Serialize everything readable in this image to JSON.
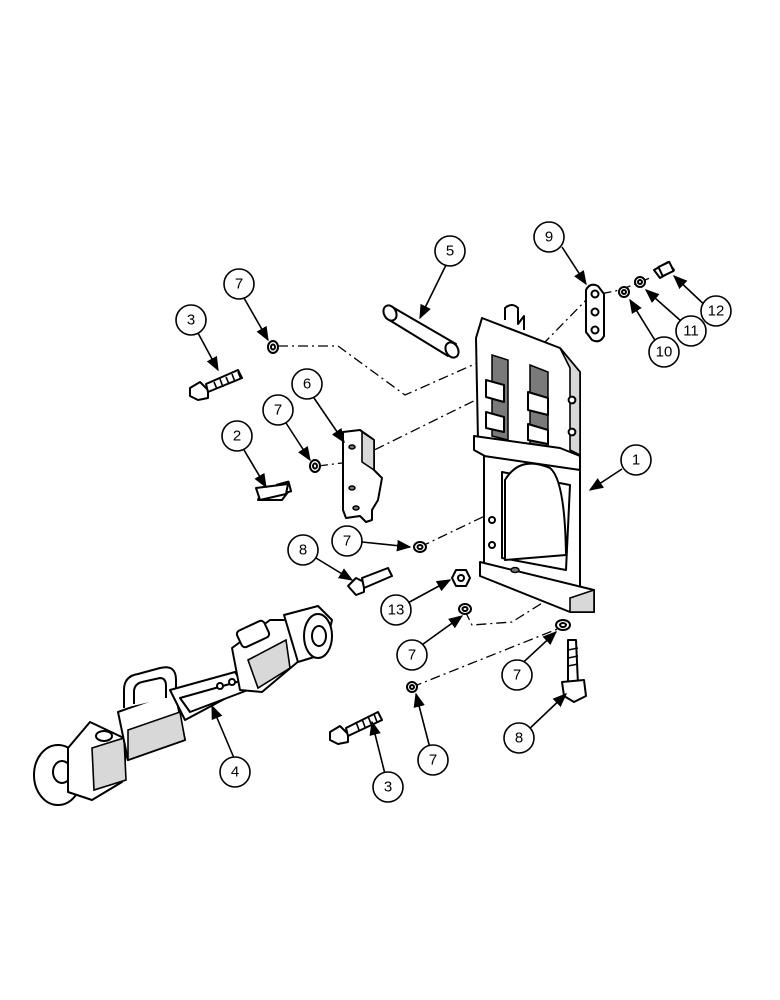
{
  "callouts": {
    "c1": "1",
    "c2": "2",
    "c3a": "3",
    "c3b": "3",
    "c4": "4",
    "c5": "5",
    "c6": "6",
    "c7a": "7",
    "c7b": "7",
    "c7c": "7",
    "c7d": "7",
    "c7e": "7",
    "c7f": "7",
    "c8a": "8",
    "c8b": "8",
    "c9": "9",
    "c10": "10",
    "c11": "11",
    "c12": "12",
    "c13": "13"
  }
}
